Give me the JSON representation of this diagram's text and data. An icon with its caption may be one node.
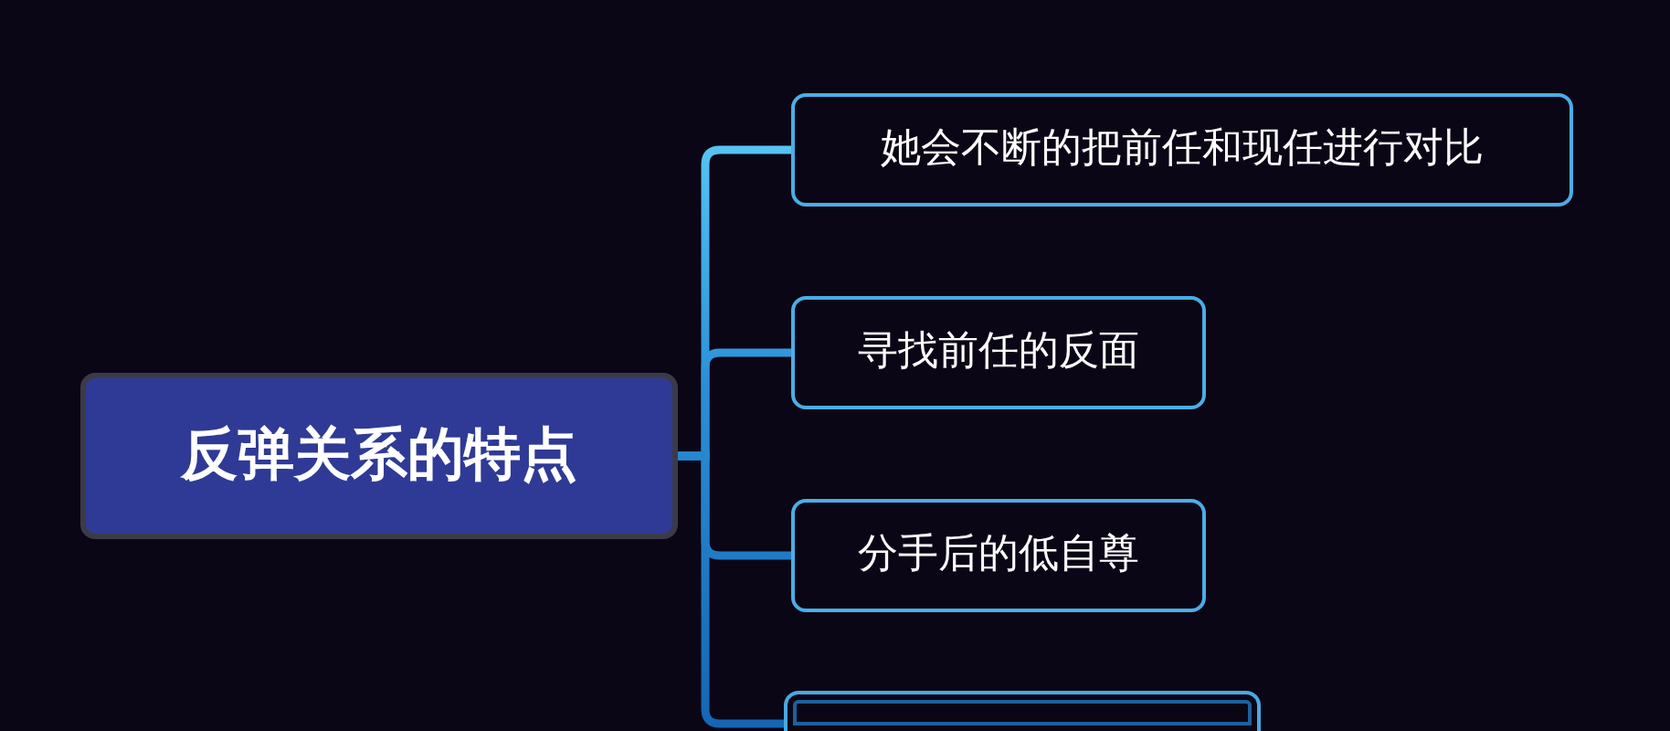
{
  "diagram": {
    "nodes": [
      {
        "text": [
          "反弹关系的特点"
        ]
      },
      {
        "text": [
          "她会不断的把前任和现任进行对比"
        ]
      },
      {
        "text": [
          "寻找前任的反面"
        ]
      },
      {
        "text": [
          "分手后的低自尊"
        ]
      },
      {
        "text": [],
        "shape": "box"
      }
    ],
    "edges": [
      {
        "from": 0,
        "to": 1,
        "arrow": "none"
      },
      {
        "from": 0,
        "to": 2,
        "arrow": "none"
      },
      {
        "from": 0,
        "to": 3,
        "arrow": "none"
      },
      {
        "from": 0,
        "to": 4,
        "arrow": "none"
      }
    ]
  }
}
